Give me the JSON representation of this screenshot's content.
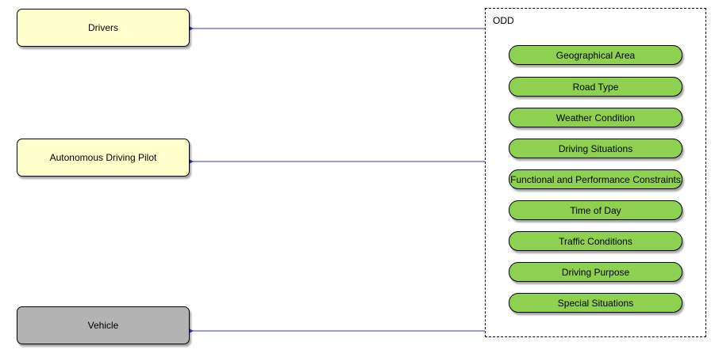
{
  "actors": {
    "drivers": "Drivers",
    "pilot": "Autonomous Driving Pilot",
    "vehicle": "Vehicle"
  },
  "odd": {
    "title": "ODD",
    "items": [
      "Geographical Area",
      "Road Type",
      "Weather Condition",
      "Driving Situations",
      "Functional and Performance Constraints",
      "Time of Day",
      "Traffic Conditions",
      "Driving Purpose",
      "Special Situations"
    ]
  },
  "colors": {
    "actor_fill": "#ffffcc",
    "vehicle_fill": "#b3b3b3",
    "item_fill": "#8ed050",
    "connector": "#3333cc"
  }
}
